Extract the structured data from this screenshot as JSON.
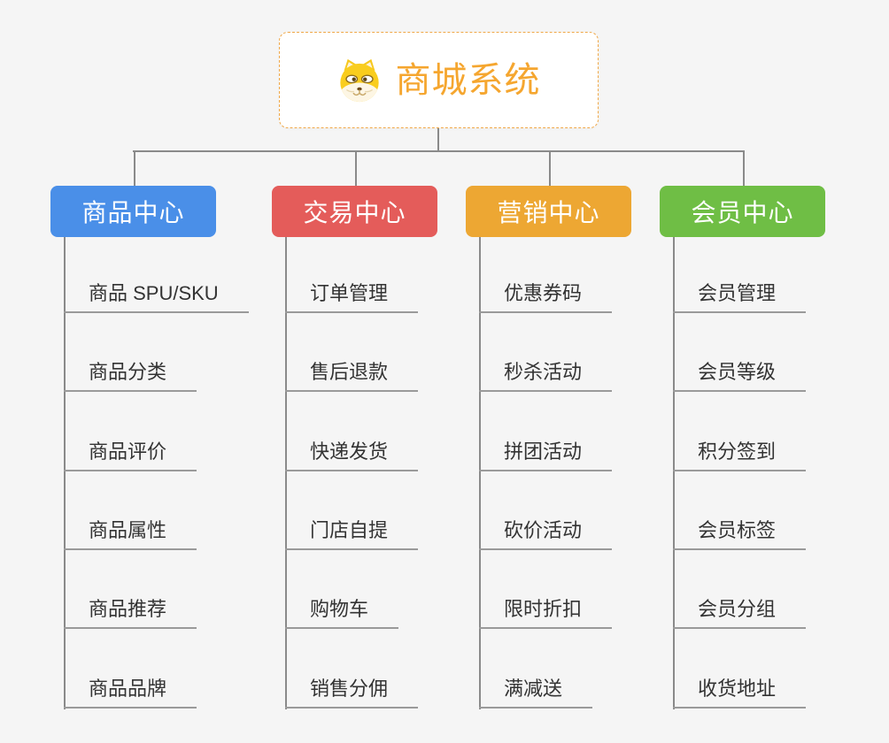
{
  "root": {
    "title": "商城系统",
    "icon": "dog-face-icon"
  },
  "branches": [
    {
      "id": "product-center",
      "label": "商品中心",
      "color": "#4a8fe8",
      "items": [
        "商品 SPU/SKU",
        "商品分类",
        "商品评价",
        "商品属性",
        "商品推荐",
        "商品品牌"
      ]
    },
    {
      "id": "trade-center",
      "label": "交易中心",
      "color": "#e45c5a",
      "items": [
        "订单管理",
        "售后退款",
        "快递发货",
        "门店自提",
        "购物车",
        "销售分佣"
      ]
    },
    {
      "id": "marketing-center",
      "label": "营销中心",
      "color": "#eda733",
      "items": [
        "优惠券码",
        "秒杀活动",
        "拼团活动",
        "砍价活动",
        "限时折扣",
        "满减送"
      ]
    },
    {
      "id": "member-center",
      "label": "会员中心",
      "color": "#6fbe45",
      "items": [
        "会员管理",
        "会员等级",
        "积分签到",
        "会员标签",
        "会员分组",
        "收货地址"
      ]
    }
  ],
  "colors": {
    "background": "#f5f5f5",
    "root_border": "#f0a848",
    "root_title": "#f5a62f",
    "connector": "#8a8a8a",
    "leaf_underline": "#9a9a9a",
    "leaf_text": "#333333"
  }
}
